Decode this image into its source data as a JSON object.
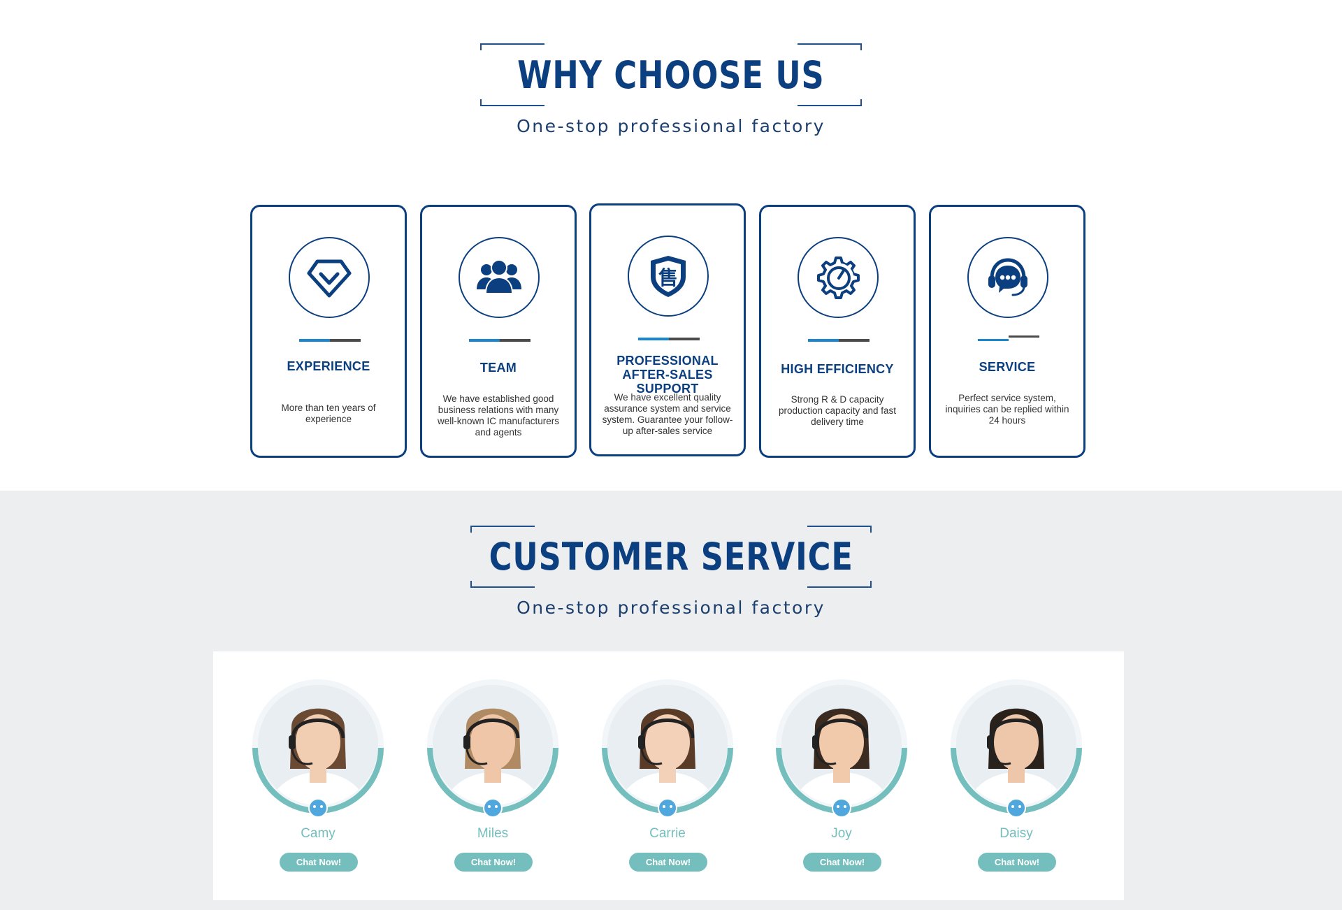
{
  "why_choose": {
    "title": "WHY CHOOSE US",
    "subtitle": "One-stop professional factory",
    "cards": [
      {
        "icon": "diamond-icon",
        "title": "EXPERIENCE",
        "description": "More than ten years of experience"
      },
      {
        "icon": "team-icon",
        "title": "TEAM",
        "description": "We have established good business relations with many well-known IC manufacturers and agents"
      },
      {
        "icon": "after-sales-shield-icon",
        "title": "PROFESSIONAL AFTER-SALES SUPPORT",
        "description": "We have excellent quality assurance system and service system. Guarantee your follow-up after-sales service",
        "glyph": "售"
      },
      {
        "icon": "gear-gauge-icon",
        "title": "HIGH EFFICIENCY",
        "description": "Strong R & D capacity production capacity and fast delivery time"
      },
      {
        "icon": "headset-chat-icon",
        "title": "SERVICE",
        "description": "Perfect service system, inquiries can be replied within 24 hours"
      }
    ]
  },
  "customer_service": {
    "title": "CUSTOMER SERVICE",
    "subtitle": "One-stop professional factory",
    "agents": [
      {
        "name": "Camy",
        "button": "Chat Now!"
      },
      {
        "name": "Miles",
        "button": "Chat Now!"
      },
      {
        "name": "Carrie",
        "button": "Chat Now!"
      },
      {
        "name": "Joy",
        "button": "Chat Now!"
      },
      {
        "name": "Daisy",
        "button": "Chat Now!"
      }
    ]
  },
  "colors": {
    "navy": "#0b3f7f",
    "accent_blue": "#1a86d0",
    "teal": "#74bebd",
    "band_gray": "#edeef0"
  }
}
